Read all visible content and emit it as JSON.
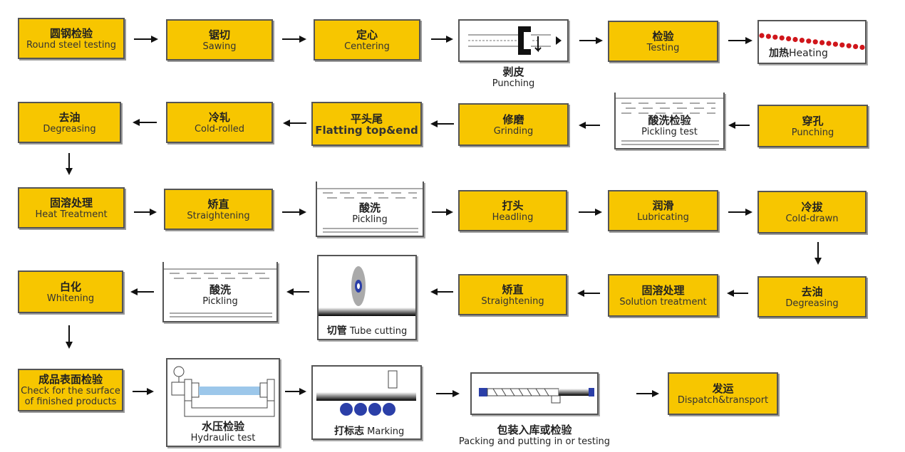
{
  "steps": {
    "round_steel": {
      "cn": "圆钢检验",
      "en": "Round steel testing"
    },
    "sawing": {
      "cn": "锯切",
      "en": "Sawing"
    },
    "centering": {
      "cn": "定心",
      "en": "Centering"
    },
    "peeling": {
      "cn": "剥皮",
      "en": "Punching"
    },
    "testing": {
      "cn": "检验",
      "en": "Testing"
    },
    "heating": {
      "cn": "加热",
      "en": "Heating"
    },
    "punching": {
      "cn": "穿孔",
      "en": "Punching"
    },
    "pickling_test": {
      "cn": "酸洗检验",
      "en": "Pickling test"
    },
    "grinding": {
      "cn": "修磨",
      "en": "Grinding"
    },
    "flatting": {
      "cn": "平头尾",
      "en": "Flatting top&end"
    },
    "cold_rolled": {
      "cn": "冷轧",
      "en": "Cold-rolled"
    },
    "degreasing1": {
      "cn": "去油",
      "en": "Degreasing"
    },
    "heat_treatment": {
      "cn": "固溶处理",
      "en": "Heat Treatment"
    },
    "straightening1": {
      "cn": "矫直",
      "en": "Straightening"
    },
    "pickling1": {
      "cn": "酸洗",
      "en": "Pickling"
    },
    "headling": {
      "cn": "打头",
      "en": "Headling"
    },
    "lubricating": {
      "cn": "润滑",
      "en": "Lubricating"
    },
    "cold_drawn": {
      "cn": "冷拔",
      "en": "Cold-drawn"
    },
    "degreasing2": {
      "cn": "去油",
      "en": "Degreasing"
    },
    "solution_treatment": {
      "cn": "固溶处理",
      "en": "Solution treatment"
    },
    "straightening2": {
      "cn": "矫直",
      "en": "Straightening"
    },
    "tube_cutting": {
      "cn": "切管",
      "en": "Tube cutting"
    },
    "pickling2": {
      "cn": "酸洗",
      "en": "Pickling"
    },
    "whitening": {
      "cn": "白化",
      "en": "Whitening"
    },
    "surface_check": {
      "cn": "成品表面检验",
      "en": "Check for the surface of finished products"
    },
    "hydraulic": {
      "cn": "水压检验",
      "en": "Hydraulic test"
    },
    "marking": {
      "cn": "打标志",
      "en": "Marking"
    },
    "packing": {
      "cn": "包装入库或检验",
      "en": "Packing and putting in or testing"
    },
    "dispatch": {
      "cn": "发运",
      "en": "Dispatch&transport"
    }
  },
  "colors": {
    "box_fill": "#f7c600",
    "heating_dots": "#d0161b",
    "roller_blue": "#2b3fa8",
    "water_blue": "#9cc7ea"
  }
}
